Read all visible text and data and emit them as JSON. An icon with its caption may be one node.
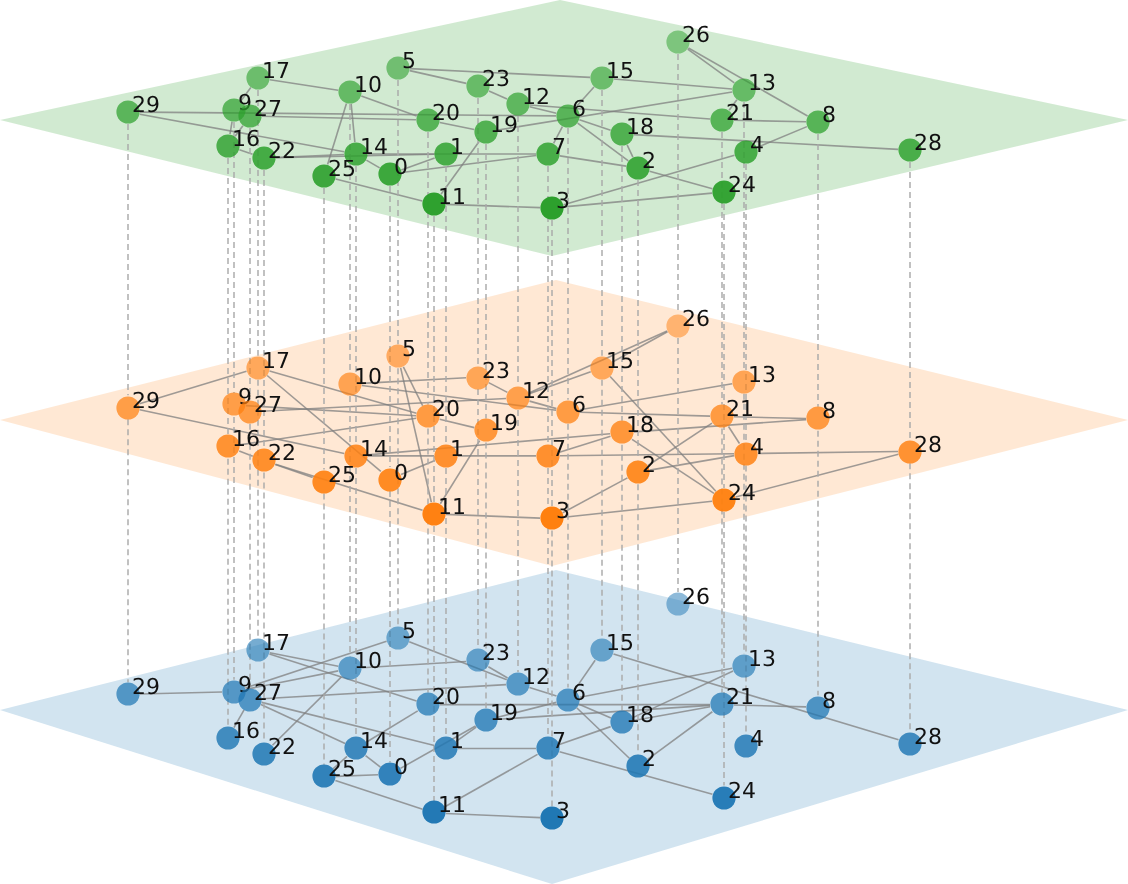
{
  "diagram": {
    "nodes": [
      {
        "text": [],
        "shape": "plane"
      },
      {
        "text": [
          "0"
        ],
        "in": 0
      },
      {
        "text": [
          "1"
        ],
        "in": 0
      },
      {
        "text": [
          "2"
        ],
        "in": 0
      },
      {
        "text": [
          "3"
        ],
        "in": 0
      },
      {
        "text": [
          "4"
        ],
        "in": 0
      },
      {
        "text": [
          "5"
        ],
        "in": 0
      },
      {
        "text": [
          "6"
        ],
        "in": 0
      },
      {
        "text": [
          "7"
        ],
        "in": 0
      },
      {
        "text": [
          "8"
        ],
        "in": 0
      },
      {
        "text": [
          "9"
        ],
        "in": 0
      },
      {
        "text": [
          "10"
        ],
        "in": 0
      },
      {
        "text": [
          "11"
        ],
        "in": 0
      },
      {
        "text": [
          "12"
        ],
        "in": 0
      },
      {
        "text": [
          "13"
        ],
        "in": 0
      },
      {
        "text": [
          "14"
        ],
        "in": 0
      },
      {
        "text": [
          "15"
        ],
        "in": 0
      },
      {
        "text": [
          "16"
        ],
        "in": 0
      },
      {
        "text": [
          "17"
        ],
        "in": 0
      },
      {
        "text": [
          "18"
        ],
        "in": 0
      },
      {
        "text": [
          "19"
        ],
        "in": 0
      },
      {
        "text": [
          "20"
        ],
        "in": 0
      },
      {
        "text": [
          "21"
        ],
        "in": 0
      },
      {
        "text": [
          "22"
        ],
        "in": 0
      },
      {
        "text": [
          "23"
        ],
        "in": 0
      },
      {
        "text": [
          "24"
        ],
        "in": 0
      },
      {
        "text": [
          "25"
        ],
        "in": 0
      },
      {
        "text": [
          "26"
        ],
        "in": 0
      },
      {
        "text": [
          "27"
        ],
        "in": 0
      },
      {
        "text": [
          "28"
        ],
        "in": 0
      },
      {
        "text": [
          "29"
        ],
        "in": 0
      },
      {
        "text": [],
        "shape": "plane"
      },
      {
        "text": [
          "0"
        ],
        "in": 31
      },
      {
        "text": [
          "1"
        ],
        "in": 31
      },
      {
        "text": [
          "2"
        ],
        "in": 31
      },
      {
        "text": [
          "3"
        ],
        "in": 31
      },
      {
        "text": [
          "4"
        ],
        "in": 31
      },
      {
        "text": [
          "5"
        ],
        "in": 31
      },
      {
        "text": [
          "6"
        ],
        "in": 31
      },
      {
        "text": [
          "7"
        ],
        "in": 31
      },
      {
        "text": [
          "8"
        ],
        "in": 31
      },
      {
        "text": [
          "9"
        ],
        "in": 31
      },
      {
        "text": [
          "10"
        ],
        "in": 31
      },
      {
        "text": [
          "11"
        ],
        "in": 31
      },
      {
        "text": [
          "12"
        ],
        "in": 31
      },
      {
        "text": [
          "13"
        ],
        "in": 31
      },
      {
        "text": [
          "14"
        ],
        "in": 31
      },
      {
        "text": [
          "15"
        ],
        "in": 31
      },
      {
        "text": [
          "16"
        ],
        "in": 31
      },
      {
        "text": [
          "17"
        ],
        "in": 31
      },
      {
        "text": [
          "18"
        ],
        "in": 31
      },
      {
        "text": [
          "19"
        ],
        "in": 31
      },
      {
        "text": [
          "20"
        ],
        "in": 31
      },
      {
        "text": [
          "21"
        ],
        "in": 31
      },
      {
        "text": [
          "22"
        ],
        "in": 31
      },
      {
        "text": [
          "23"
        ],
        "in": 31
      },
      {
        "text": [
          "24"
        ],
        "in": 31
      },
      {
        "text": [
          "25"
        ],
        "in": 31
      },
      {
        "text": [
          "26"
        ],
        "in": 31
      },
      {
        "text": [
          "27"
        ],
        "in": 31
      },
      {
        "text": [
          "28"
        ],
        "in": 31
      },
      {
        "text": [
          "29"
        ],
        "in": 31
      },
      {
        "text": [],
        "shape": "plane"
      },
      {
        "text": [
          "0"
        ],
        "in": 62
      },
      {
        "text": [
          "1"
        ],
        "in": 62
      },
      {
        "text": [
          "2"
        ],
        "in": 62
      },
      {
        "text": [
          "3"
        ],
        "in": 62
      },
      {
        "text": [
          "4"
        ],
        "in": 62
      },
      {
        "text": [
          "5"
        ],
        "in": 62
      },
      {
        "text": [
          "6"
        ],
        "in": 62
      },
      {
        "text": [
          "7"
        ],
        "in": 62
      },
      {
        "text": [
          "8"
        ],
        "in": 62
      },
      {
        "text": [
          "9"
        ],
        "in": 62
      },
      {
        "text": [
          "10"
        ],
        "in": 62
      },
      {
        "text": [
          "11"
        ],
        "in": 62
      },
      {
        "text": [
          "12"
        ],
        "in": 62
      },
      {
        "text": [
          "13"
        ],
        "in": 62
      },
      {
        "text": [
          "14"
        ],
        "in": 62
      },
      {
        "text": [
          "15"
        ],
        "in": 62
      },
      {
        "text": [
          "16"
        ],
        "in": 62
      },
      {
        "text": [
          "17"
        ],
        "in": 62
      },
      {
        "text": [
          "18"
        ],
        "in": 62
      },
      {
        "text": [
          "19"
        ],
        "in": 62
      },
      {
        "text": [
          "20"
        ],
        "in": 62
      },
      {
        "text": [
          "21"
        ],
        "in": 62
      },
      {
        "text": [
          "22"
        ],
        "in": 62
      },
      {
        "text": [
          "23"
        ],
        "in": 62
      },
      {
        "text": [
          "24"
        ],
        "in": 62
      },
      {
        "text": [
          "25"
        ],
        "in": 62
      },
      {
        "text": [
          "26"
        ],
        "in": 62
      },
      {
        "text": [
          "27"
        ],
        "in": 62
      },
      {
        "text": [
          "28"
        ],
        "in": 62
      },
      {
        "text": [
          "29"
        ],
        "in": 62
      }
    ],
    "edges": [
      {
        "from": 18,
        "to": 10,
        "arrow": "none"
      },
      {
        "from": 18,
        "to": 11,
        "arrow": "none"
      },
      {
        "from": 10,
        "to": 17,
        "arrow": "none"
      },
      {
        "from": 28,
        "to": 17,
        "arrow": "none"
      },
      {
        "from": 28,
        "to": 21,
        "arrow": "none"
      },
      {
        "from": 17,
        "to": 23,
        "arrow": "none"
      },
      {
        "from": 23,
        "to": 15,
        "arrow": "none"
      },
      {
        "from": 23,
        "to": 2,
        "arrow": "none"
      },
      {
        "from": 11,
        "to": 15,
        "arrow": "none"
      },
      {
        "from": 11,
        "to": 26,
        "arrow": "none"
      },
      {
        "from": 11,
        "to": 21,
        "arrow": "none"
      },
      {
        "from": 6,
        "to": 24,
        "arrow": "none"
      },
      {
        "from": 6,
        "to": 16,
        "arrow": "none"
      },
      {
        "from": 24,
        "to": 13,
        "arrow": "none"
      },
      {
        "from": 13,
        "to": 7,
        "arrow": "none"
      },
      {
        "from": 13,
        "to": 22,
        "arrow": "none"
      },
      {
        "from": 7,
        "to": 19,
        "arrow": "none"
      },
      {
        "from": 7,
        "to": 3,
        "arrow": "none"
      },
      {
        "from": 7,
        "to": 8,
        "arrow": "none"
      },
      {
        "from": 7,
        "to": 16,
        "arrow": "none"
      },
      {
        "from": 21,
        "to": 20,
        "arrow": "none"
      },
      {
        "from": 20,
        "to": 12,
        "arrow": "none"
      },
      {
        "from": 20,
        "to": 14,
        "arrow": "none"
      },
      {
        "from": 2,
        "to": 1,
        "arrow": "none"
      },
      {
        "from": 15,
        "to": 1,
        "arrow": "none"
      },
      {
        "from": 1,
        "to": 8,
        "arrow": "none"
      },
      {
        "from": 26,
        "to": 12,
        "arrow": "none"
      },
      {
        "from": 12,
        "to": 4,
        "arrow": "none"
      },
      {
        "from": 4,
        "to": 5,
        "arrow": "none"
      },
      {
        "from": 4,
        "to": 25,
        "arrow": "none"
      },
      {
        "from": 8,
        "to": 3,
        "arrow": "none"
      },
      {
        "from": 19,
        "to": 3,
        "arrow": "none"
      },
      {
        "from": 19,
        "to": 29,
        "arrow": "none"
      },
      {
        "from": 3,
        "to": 25,
        "arrow": "none"
      },
      {
        "from": 5,
        "to": 9,
        "arrow": "none"
      },
      {
        "from": 9,
        "to": 27,
        "arrow": "none"
      },
      {
        "from": 27,
        "to": 14,
        "arrow": "none"
      },
      {
        "from": 14,
        "to": 22,
        "arrow": "none"
      },
      {
        "from": 22,
        "to": 9,
        "arrow": "none"
      },
      {
        "from": 16,
        "to": 14,
        "arrow": "none"
      },
      {
        "from": 30,
        "to": 7,
        "arrow": "none"
      },
      {
        "from": 30,
        "to": 15,
        "arrow": "none"
      },
      {
        "from": 15,
        "to": 8,
        "arrow": "none"
      },
      {
        "from": 61,
        "to": 49,
        "arrow": "none"
      },
      {
        "from": 61,
        "to": 46,
        "arrow": "none"
      },
      {
        "from": 49,
        "to": 52,
        "arrow": "none"
      },
      {
        "from": 49,
        "to": 32,
        "arrow": "none"
      },
      {
        "from": 41,
        "to": 52,
        "arrow": "none"
      },
      {
        "from": 59,
        "to": 44,
        "arrow": "none"
      },
      {
        "from": 48,
        "to": 54,
        "arrow": "none"
      },
      {
        "from": 48,
        "to": 52,
        "arrow": "none"
      },
      {
        "from": 54,
        "to": 57,
        "arrow": "none"
      },
      {
        "from": 54,
        "to": 43,
        "arrow": "none"
      },
      {
        "from": 42,
        "to": 55,
        "arrow": "none"
      },
      {
        "from": 42,
        "to": 38,
        "arrow": "none"
      },
      {
        "from": 37,
        "to": 52,
        "arrow": "none"
      },
      {
        "from": 37,
        "to": 43,
        "arrow": "none"
      },
      {
        "from": 55,
        "to": 44,
        "arrow": "none"
      },
      {
        "from": 44,
        "to": 38,
        "arrow": "none"
      },
      {
        "from": 44,
        "to": 47,
        "arrow": "none"
      },
      {
        "from": 47,
        "to": 58,
        "arrow": "none"
      },
      {
        "from": 44,
        "to": 58,
        "arrow": "none"
      },
      {
        "from": 52,
        "to": 51,
        "arrow": "none"
      },
      {
        "from": 51,
        "to": 43,
        "arrow": "none"
      },
      {
        "from": 46,
        "to": 33,
        "arrow": "none"
      },
      {
        "from": 46,
        "to": 50,
        "arrow": "none"
      },
      {
        "from": 32,
        "to": 33,
        "arrow": "none"
      },
      {
        "from": 33,
        "to": 39,
        "arrow": "none"
      },
      {
        "from": 39,
        "to": 36,
        "arrow": "none"
      },
      {
        "from": 39,
        "to": 50,
        "arrow": "none"
      },
      {
        "from": 50,
        "to": 56,
        "arrow": "none"
      },
      {
        "from": 50,
        "to": 40,
        "arrow": "none"
      },
      {
        "from": 38,
        "to": 53,
        "arrow": "none"
      },
      {
        "from": 34,
        "to": 53,
        "arrow": "none"
      },
      {
        "from": 34,
        "to": 36,
        "arrow": "none"
      },
      {
        "from": 34,
        "to": 35,
        "arrow": "none"
      },
      {
        "from": 53,
        "to": 36,
        "arrow": "none"
      },
      {
        "from": 53,
        "to": 40,
        "arrow": "none"
      },
      {
        "from": 45,
        "to": 38,
        "arrow": "none"
      },
      {
        "from": 36,
        "to": 60,
        "arrow": "none"
      },
      {
        "from": 56,
        "to": 60,
        "arrow": "none"
      },
      {
        "from": 35,
        "to": 56,
        "arrow": "none"
      },
      {
        "from": 47,
        "to": 56,
        "arrow": "none"
      },
      {
        "from": 43,
        "to": 35,
        "arrow": "none"
      },
      {
        "from": 92,
        "to": 72,
        "arrow": "none"
      },
      {
        "from": 72,
        "to": 73,
        "arrow": "none"
      },
      {
        "from": 72,
        "to": 68,
        "arrow": "none"
      },
      {
        "from": 80,
        "to": 73,
        "arrow": "none"
      },
      {
        "from": 80,
        "to": 83,
        "arrow": "none"
      },
      {
        "from": 73,
        "to": 86,
        "arrow": "none"
      },
      {
        "from": 68,
        "to": 75,
        "arrow": "none"
      },
      {
        "from": 86,
        "to": 75,
        "arrow": "none"
      },
      {
        "from": 75,
        "to": 69,
        "arrow": "none"
      },
      {
        "from": 90,
        "to": 75,
        "arrow": "none"
      },
      {
        "from": 90,
        "to": 77,
        "arrow": "none"
      },
      {
        "from": 79,
        "to": 90,
        "arrow": "none"
      },
      {
        "from": 85,
        "to": 73,
        "arrow": "none"
      },
      {
        "from": 90,
        "to": 64,
        "arrow": "none"
      },
      {
        "from": 77,
        "to": 63,
        "arrow": "none"
      },
      {
        "from": 77,
        "to": 83,
        "arrow": "none"
      },
      {
        "from": 88,
        "to": 63,
        "arrow": "none"
      },
      {
        "from": 88,
        "to": 74,
        "arrow": "none"
      },
      {
        "from": 88,
        "to": 77,
        "arrow": "none"
      },
      {
        "from": 63,
        "to": 82,
        "arrow": "none"
      },
      {
        "from": 64,
        "to": 82,
        "arrow": "none"
      },
      {
        "from": 64,
        "to": 70,
        "arrow": "none"
      },
      {
        "from": 74,
        "to": 66,
        "arrow": "none"
      },
      {
        "from": 74,
        "to": 70,
        "arrow": "none"
      },
      {
        "from": 82,
        "to": 84,
        "arrow": "none"
      },
      {
        "from": 82,
        "to": 69,
        "arrow": "none"
      },
      {
        "from": 70,
        "to": 81,
        "arrow": "none"
      },
      {
        "from": 70,
        "to": 87,
        "arrow": "none"
      },
      {
        "from": 69,
        "to": 78,
        "arrow": "none"
      },
      {
        "from": 69,
        "to": 81,
        "arrow": "none"
      },
      {
        "from": 69,
        "to": 65,
        "arrow": "none"
      },
      {
        "from": 81,
        "to": 84,
        "arrow": "none"
      },
      {
        "from": 81,
        "to": 76,
        "arrow": "none"
      },
      {
        "from": 65,
        "to": 84,
        "arrow": "none"
      },
      {
        "from": 78,
        "to": 91,
        "arrow": "none"
      },
      {
        "from": 76,
        "to": 69,
        "arrow": "none"
      },
      {
        "from": 84,
        "to": 71,
        "arrow": "none"
      },
      {
        "from": 83,
        "to": 84,
        "arrow": "none"
      },
      {
        "from": 1,
        "to": 32,
        "arrow": "none",
        "style": "dashed"
      },
      {
        "from": 2,
        "to": 33,
        "arrow": "none",
        "style": "dashed"
      },
      {
        "from": 3,
        "to": 34,
        "arrow": "none",
        "style": "dashed"
      },
      {
        "from": 4,
        "to": 35,
        "arrow": "none",
        "style": "dashed"
      },
      {
        "from": 5,
        "to": 36,
        "arrow": "none",
        "style": "dashed"
      },
      {
        "from": 6,
        "to": 37,
        "arrow": "none",
        "style": "dashed"
      },
      {
        "from": 7,
        "to": 38,
        "arrow": "none",
        "style": "dashed"
      },
      {
        "from": 8,
        "to": 39,
        "arrow": "none",
        "style": "dashed"
      },
      {
        "from": 9,
        "to": 40,
        "arrow": "none",
        "style": "dashed"
      },
      {
        "from": 10,
        "to": 41,
        "arrow": "none",
        "style": "dashed"
      },
      {
        "from": 11,
        "to": 42,
        "arrow": "none",
        "style": "dashed"
      },
      {
        "from": 12,
        "to": 43,
        "arrow": "none",
        "style": "dashed"
      },
      {
        "from": 13,
        "to": 44,
        "arrow": "none",
        "style": "dashed"
      },
      {
        "from": 14,
        "to": 45,
        "arrow": "none",
        "style": "dashed"
      },
      {
        "from": 15,
        "to": 46,
        "arrow": "none",
        "style": "dashed"
      },
      {
        "from": 16,
        "to": 47,
        "arrow": "none",
        "style": "dashed"
      },
      {
        "from": 17,
        "to": 48,
        "arrow": "none",
        "style": "dashed"
      },
      {
        "from": 18,
        "to": 49,
        "arrow": "none",
        "style": "dashed"
      },
      {
        "from": 19,
        "to": 50,
        "arrow": "none",
        "style": "dashed"
      },
      {
        "from": 20,
        "to": 51,
        "arrow": "none",
        "style": "dashed"
      },
      {
        "from": 21,
        "to": 52,
        "arrow": "none",
        "style": "dashed"
      },
      {
        "from": 22,
        "to": 53,
        "arrow": "none",
        "style": "dashed"
      },
      {
        "from": 23,
        "to": 54,
        "arrow": "none",
        "style": "dashed"
      },
      {
        "from": 24,
        "to": 55,
        "arrow": "none",
        "style": "dashed"
      },
      {
        "from": 25,
        "to": 56,
        "arrow": "none",
        "style": "dashed"
      },
      {
        "from": 26,
        "to": 57,
        "arrow": "none",
        "style": "dashed"
      },
      {
        "from": 27,
        "to": 58,
        "arrow": "none",
        "style": "dashed"
      },
      {
        "from": 28,
        "to": 59,
        "arrow": "none",
        "style": "dashed"
      },
      {
        "from": 29,
        "to": 60,
        "arrow": "none",
        "style": "dashed"
      },
      {
        "from": 30,
        "to": 61,
        "arrow": "none",
        "style": "dashed"
      },
      {
        "from": 32,
        "to": 63,
        "arrow": "none",
        "style": "dashed"
      },
      {
        "from": 33,
        "to": 64,
        "arrow": "none",
        "style": "dashed"
      },
      {
        "from": 34,
        "to": 65,
        "arrow": "none",
        "style": "dashed"
      },
      {
        "from": 35,
        "to": 66,
        "arrow": "none",
        "style": "dashed"
      },
      {
        "from": 36,
        "to": 67,
        "arrow": "none",
        "style": "dashed"
      },
      {
        "from": 37,
        "to": 68,
        "arrow": "none",
        "style": "dashed"
      },
      {
        "from": 38,
        "to": 69,
        "arrow": "none",
        "style": "dashed"
      },
      {
        "from": 39,
        "to": 70,
        "arrow": "none",
        "style": "dashed"
      },
      {
        "from": 40,
        "to": 71,
        "arrow": "none",
        "style": "dashed"
      },
      {
        "from": 41,
        "to": 72,
        "arrow": "none",
        "style": "dashed"
      },
      {
        "from": 42,
        "to": 73,
        "arrow": "none",
        "style": "dashed"
      },
      {
        "from": 43,
        "to": 74,
        "arrow": "none",
        "style": "dashed"
      },
      {
        "from": 44,
        "to": 75,
        "arrow": "none",
        "style": "dashed"
      },
      {
        "from": 45,
        "to": 76,
        "arrow": "none",
        "style": "dashed"
      },
      {
        "from": 46,
        "to": 77,
        "arrow": "none",
        "style": "dashed"
      },
      {
        "from": 47,
        "to": 78,
        "arrow": "none",
        "style": "dashed"
      },
      {
        "from": 48,
        "to": 79,
        "arrow": "none",
        "style": "dashed"
      },
      {
        "from": 49,
        "to": 80,
        "arrow": "none",
        "style": "dashed"
      },
      {
        "from": 50,
        "to": 81,
        "arrow": "none",
        "style": "dashed"
      },
      {
        "from": 51,
        "to": 82,
        "arrow": "none",
        "style": "dashed"
      },
      {
        "from": 52,
        "to": 83,
        "arrow": "none",
        "style": "dashed"
      },
      {
        "from": 53,
        "to": 84,
        "arrow": "none",
        "style": "dashed"
      },
      {
        "from": 54,
        "to": 85,
        "arrow": "none",
        "style": "dashed"
      },
      {
        "from": 55,
        "to": 86,
        "arrow": "none",
        "style": "dashed"
      },
      {
        "from": 56,
        "to": 87,
        "arrow": "none",
        "style": "dashed"
      },
      {
        "from": 57,
        "to": 88,
        "arrow": "none",
        "style": "dashed"
      },
      {
        "from": 58,
        "to": 89,
        "arrow": "none",
        "style": "dashed"
      },
      {
        "from": 59,
        "to": 90,
        "arrow": "none",
        "style": "dashed"
      },
      {
        "from": 60,
        "to": 91,
        "arrow": "none",
        "style": "dashed"
      },
      {
        "from": 61,
        "to": 92,
        "arrow": "none",
        "style": "dashed"
      }
    ]
  }
}
